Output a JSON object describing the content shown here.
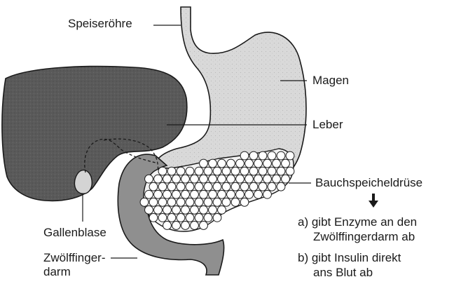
{
  "labels": {
    "speiseroehre": "Speiseröhre",
    "magen": "Magen",
    "leber": "Leber",
    "bauchspeicheldruese": "Bauchspeicheldrüse",
    "gallenblase": "Gallenblase",
    "zwoelffingerdarm_line1": "Zwölffinger-",
    "zwoelffingerdarm_line2": "darm"
  },
  "functions": {
    "a_line1": "a) gibt Enzyme an den",
    "a_line2": "Zwölffingerdarm ab",
    "b_line1": "b) gibt Insulin direkt",
    "b_line2": "ans Blut ab"
  },
  "icons": {
    "arrow": "arrow-down-icon"
  },
  "colors": {
    "liver": "#5a5a5a",
    "stomach": "#d9d9d9",
    "duodenum": "#8f8f8f",
    "pancreas_cells": "#ffffff",
    "lines": "#1a1a1a"
  }
}
